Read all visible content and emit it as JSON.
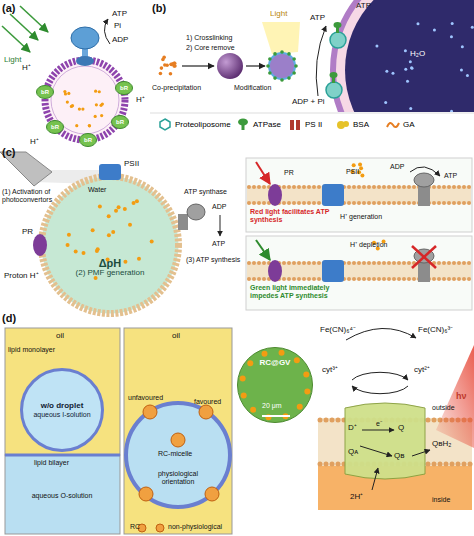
{
  "diagram": {
    "nodes": [
      {
        "text": [
          "bR"
        ]
      },
      {
        "text": [
          "bR"
        ]
      },
      {
        "text": [
          "bR"
        ]
      },
      {
        "text": [
          "bR"
        ]
      },
      {
        "text": [
          "bR"
        ]
      },
      {
        "text": [
          "ΔpH",
          "(2) PMF generation"
        ]
      },
      {
        "text": [
          "w/o droplet",
          "aqueous I-solution"
        ]
      },
      {
        "text": [
          "RC@GV"
        ]
      }
    ],
    "labels": [
      "(a)",
      "Light",
      "ATP",
      "Pi",
      "ADP",
      "H⁺",
      "H⁺",
      "H⁺",
      "(b)",
      "1) Crosslinking",
      "2) Core remove",
      "Co-precipitation",
      "Modification",
      "Light",
      "ATP",
      "ATP",
      "ADP + Pi",
      "H₂O",
      "(c)",
      "(1) Activation of photoconvertors",
      "PSII",
      "PR",
      "Water",
      "Proton H⁺",
      "ATP synthase",
      "ADP",
      "ATP",
      "(3) ATP synthesis",
      "PR",
      "PSII",
      "ADP",
      "ATP",
      "Red light facilitates ATP synthesis",
      "H⁺ generation",
      "Green light immediately impedes ATP synthesis",
      "H⁺ depletion",
      "(d)",
      "oil",
      "lipid monolayer",
      "lipid bilayer",
      "aqueous O-solution",
      "oil",
      "unfavoured",
      "favoured",
      "RC-micelle",
      "physiological orientation",
      "RC",
      "non-physiological",
      "20 μm",
      "Fe(CN)₆⁴⁻",
      "Fe(CN)₆³⁻",
      "hν",
      "cyt³⁺",
      "cyt²⁺",
      "outside",
      "inside",
      "D⁺",
      "e⁻",
      "Qᴀ",
      "Qʙ",
      "QʙH₂",
      "Q",
      "2H⁺"
    ],
    "legend": [
      {
        "text": "Proteoliposome"
      },
      {
        "text": "ATPase"
      },
      {
        "text": "PS II"
      },
      {
        "text": "BSA"
      },
      {
        "text": "GA"
      }
    ]
  }
}
